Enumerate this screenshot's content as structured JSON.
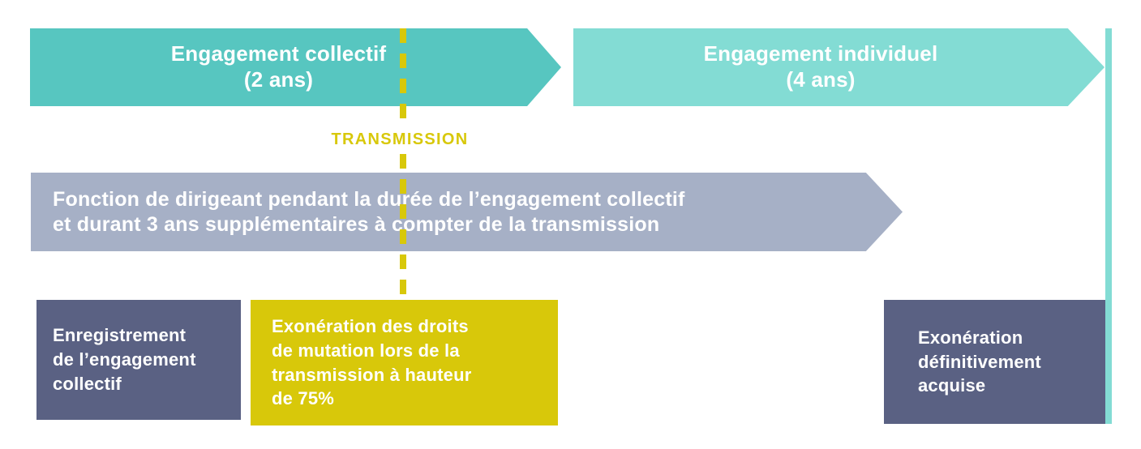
{
  "colors": {
    "teal-dark": "#57C6C0",
    "teal-light": "#83DCD4",
    "gray-blue": "#A6B0C6",
    "slate": "#5A6183",
    "yellow": "#D8C80A",
    "text-on-fill": "#FFFFFF",
    "bg": "#FFFFFF"
  },
  "timeline": {
    "collective_phase": {
      "label": "Engagement collectif\n(2 ans)"
    },
    "individual_phase": {
      "label": "Engagement individuel\n(4 ans)"
    },
    "transmission": {
      "label": "TRANSMISSION"
    },
    "director_condition": {
      "label": "Fonction de dirigeant pendant la durée de l’engagement collectif\net durant 3 ans supplémentaires à compter de la transmission"
    },
    "steps": [
      {
        "id": "enregistrement",
        "label": "Enregistrement\nde l’engagement\ncollectif"
      },
      {
        "id": "exoneration-mutation",
        "label": "Exonération des droits\nde mutation lors de la\ntransmission à hauteur\nde 75%"
      },
      {
        "id": "exoneration-acquise",
        "label": "Exonération\ndéfinitivement\nacquise"
      }
    ]
  }
}
